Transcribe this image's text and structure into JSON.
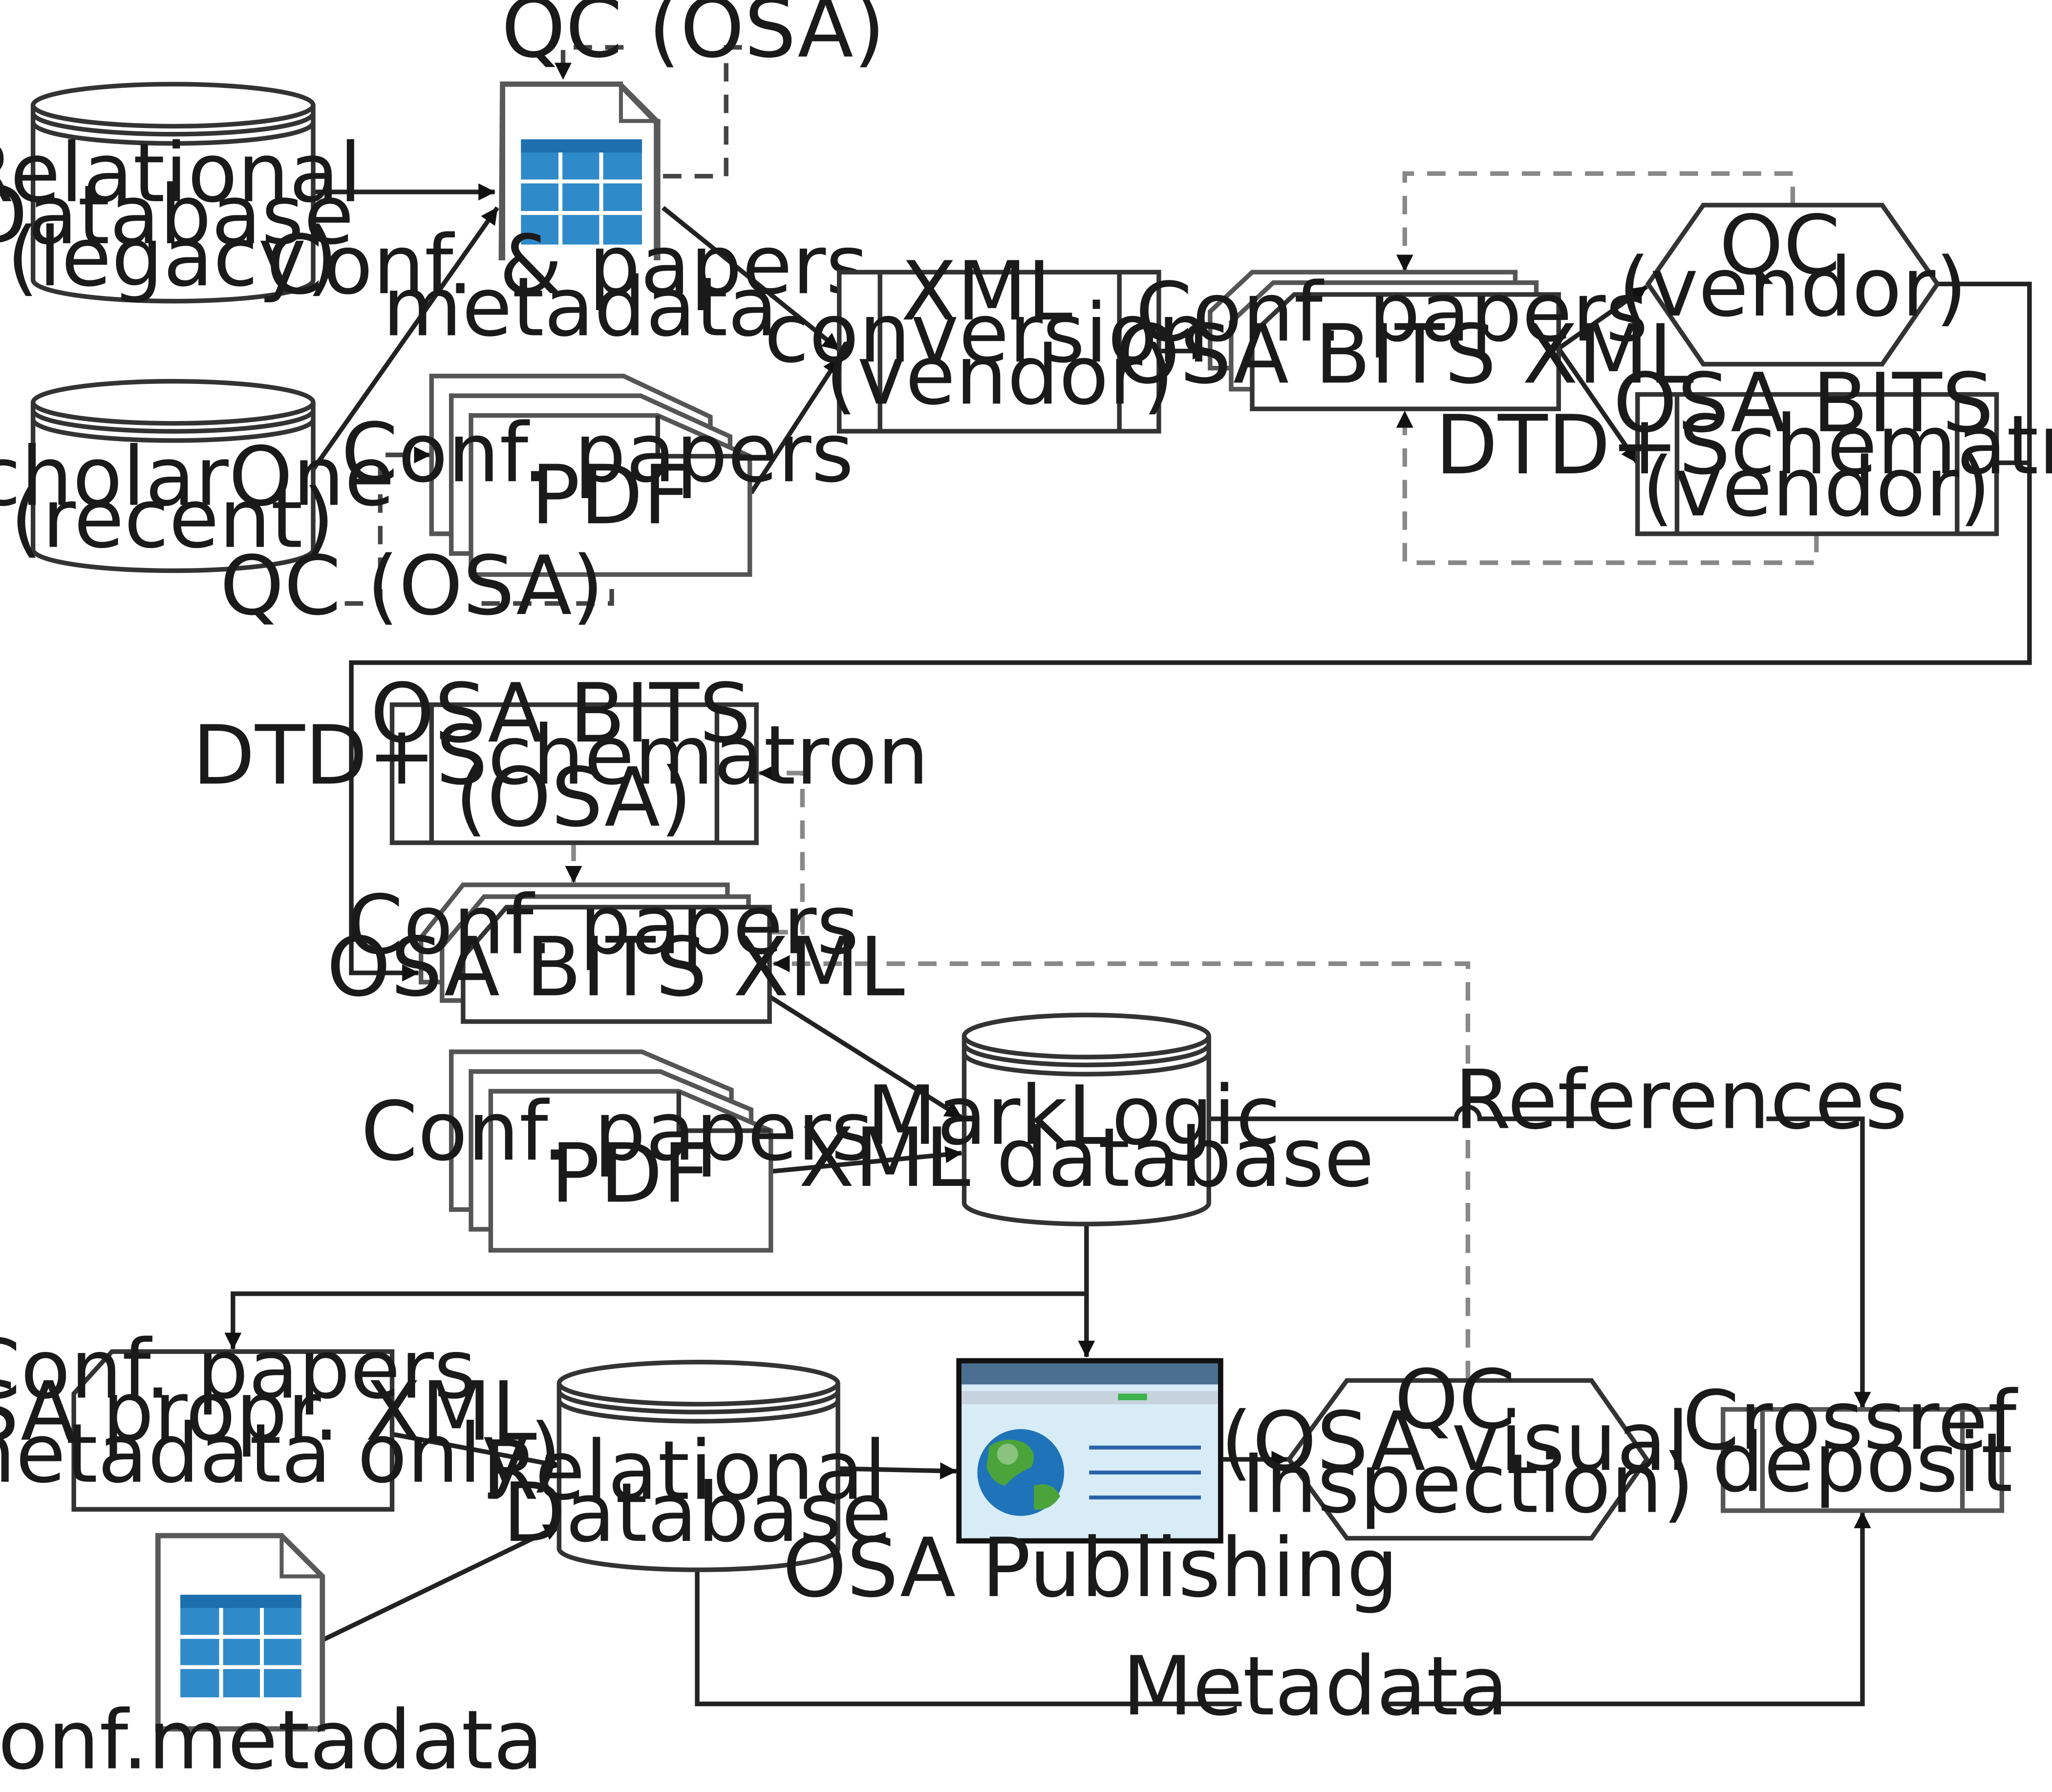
{
  "nodes": {
    "relational_db_legacy": [
      "Relational",
      "Database",
      "(legacy)"
    ],
    "scholarone": [
      "ScholarOne",
      "(recent)"
    ],
    "conf_papers_metadata": [
      "Conf. & papers",
      "metadata"
    ],
    "conf_papers_pdf_top": [
      "Conf. papers",
      "PDF"
    ],
    "xml_conversion": [
      "XML",
      "conversion",
      "(vendor)"
    ],
    "conf_papers_bits_xml_top": [
      "Conf. papers",
      "OSA BITS XML"
    ],
    "qc_vendor": [
      "QC",
      "(vendor)"
    ],
    "bits_dtd_vendor": [
      "OSA BITS",
      "DTD+Schematron",
      "(vendor)"
    ],
    "bits_dtd_osa": [
      "OSA BITS",
      "DTD+Schematron",
      "(OSA)"
    ],
    "conf_papers_bits_xml_mid": [
      "Conf. papers",
      "OSA BITS XML"
    ],
    "conf_papers_pdf_mid": [
      "Conf. papers",
      "PDF"
    ],
    "marklogic": [
      "MarkLogic",
      "XML database"
    ],
    "conf_papers_propr_xml": [
      "Conf. papers",
      "OSA propr. XML",
      "(metadata only)"
    ],
    "relational_db_bottom": [
      "Relational",
      "Database"
    ],
    "conf_metadata": [
      "Conf.metadata"
    ],
    "osa_publishing": [
      "OSA Publishing"
    ],
    "qc_visual": [
      "QC",
      "(OSA visual",
      "Inspection)"
    ],
    "crossref": [
      "Crossref",
      "deposit"
    ]
  },
  "edge_labels": {
    "qc_osa_metadata": "QC (OSA)",
    "qc_osa_pdf": "QC (OSA)",
    "references": "References",
    "metadata": "Metadata"
  },
  "colors": {
    "table_fill": "#2f8ac9",
    "table_grid": "#ffffff",
    "browser_bar": "#4a6f90",
    "browser_body": "#d7ecf7",
    "browser_green": "#3bb24a",
    "globe_ocean": "#1f73b8",
    "globe_land": "#4aa43a"
  },
  "icons": {
    "spreadsheet": "spreadsheet-document-icon",
    "browser": "web-browser-globe-icon"
  }
}
